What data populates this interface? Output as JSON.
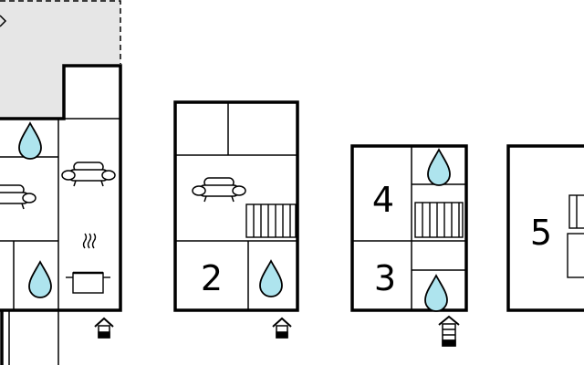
{
  "floorplan": {
    "rooms": [
      {
        "id": "room-2",
        "label": "2"
      },
      {
        "id": "room-3",
        "label": "3"
      },
      {
        "id": "room-4",
        "label": "4"
      },
      {
        "id": "room-5",
        "label": "5"
      }
    ],
    "colors": {
      "wall": "#000000",
      "water_drop": "#aee4ee",
      "terrace": "#e6e6e6",
      "background": "#ffffff"
    },
    "icons": [
      "water-drop-icon",
      "sofa-icon",
      "stove-icon",
      "stairs-icon",
      "entrance-icon",
      "arrow-icon"
    ]
  }
}
